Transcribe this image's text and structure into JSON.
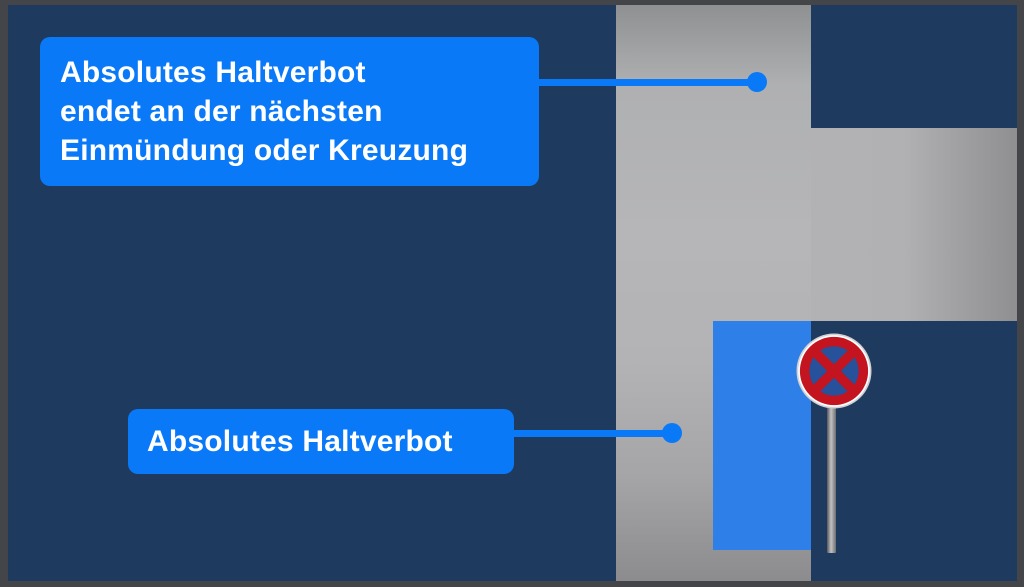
{
  "callouts": {
    "top": {
      "lines": [
        "Absolutes Haltverbot",
        "endet an der nächsten",
        "Einmündung oder Kreuzung"
      ]
    },
    "bottom": {
      "label": "Absolutes Haltverbot"
    }
  },
  "icons": {
    "sign": "no-stopping-sign-icon"
  },
  "colors": {
    "background_navy": "#1E3A5F",
    "frame_gray": "#434548",
    "road_gray_light": "#B6B6B8",
    "road_gray_dark": "#8E8E90",
    "callout_blue": "#0A79F8",
    "zone_blue": "#2E80E8",
    "sign_red": "#C3141F",
    "sign_inner_blue": "#27519B",
    "pole_gray": "#C3C3C5",
    "text_white": "#FFFFFF"
  }
}
